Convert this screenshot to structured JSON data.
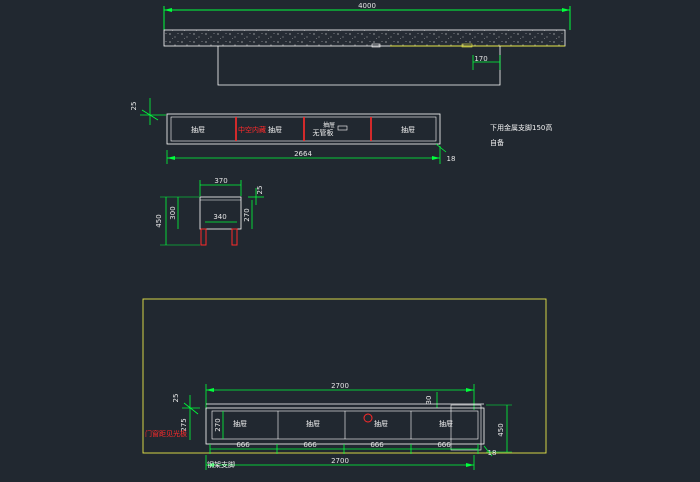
{
  "drawing": {
    "top_view": {
      "overall_width": "4000",
      "offset": "170"
    },
    "front_view": {
      "left_dim": "25",
      "overall_width": "2664",
      "right_dim": "18",
      "drawer_label": "抽屉",
      "drawer_label_center": "抽屉",
      "red_note": "中空内藏",
      "socket_note": "无管板",
      "note_line1": "下用金属支脚150高",
      "note_line2": "自备"
    },
    "side_view": {
      "top_width": "370",
      "top_thickness": "25",
      "inner_width": "340",
      "overall_height": "450",
      "body_height": "300",
      "side_height": "270"
    },
    "plan_view": {
      "top_width": "2700",
      "right_gap": "30",
      "left_dim": "25",
      "left_height": "275",
      "inner_height": "270",
      "section_widths": [
        "666",
        "666",
        "666",
        "666"
      ],
      "drawer_labels": [
        "抽屉",
        "抽屉",
        "抽屉"
      ],
      "drawer_label_last": "抽屉",
      "bottom_width": "2700",
      "right_height": "450",
      "right_small": "18",
      "red_note": "门窗距见光板",
      "foot_note": "钢架支脚"
    }
  },
  "colors": {
    "background": "#212830",
    "dimension": "#00ff3c",
    "outline": "#ffffff",
    "highlight": "#e8e84a",
    "accent": "#ff2a2a",
    "text": "#f2f2f2"
  }
}
